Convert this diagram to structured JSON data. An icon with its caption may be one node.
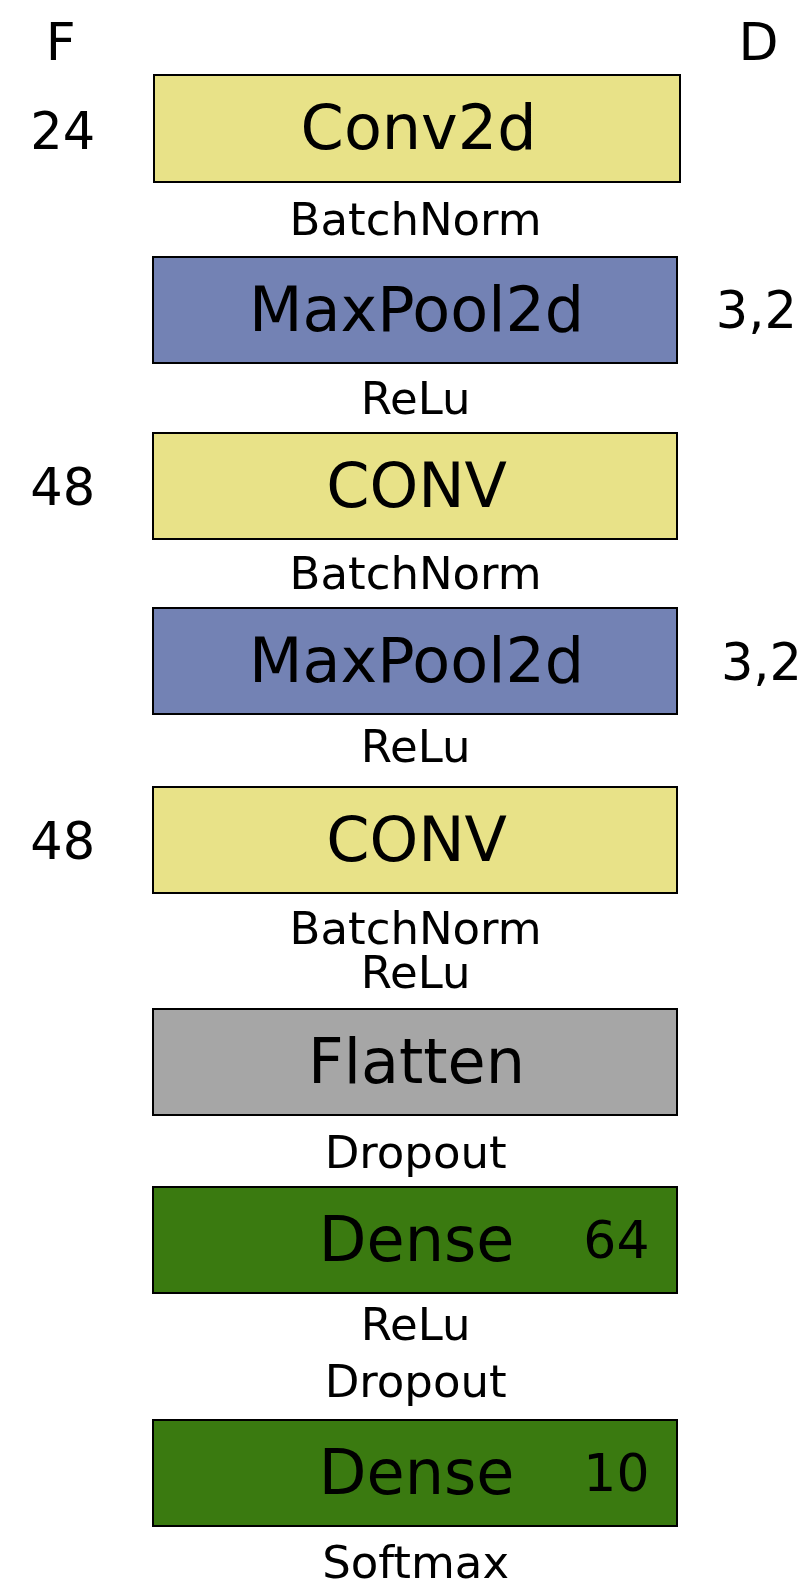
{
  "diagram": {
    "nodes": [
      {
        "text": [
          "Conv2d"
        ],
        "beside": [
          "24"
        ]
      },
      {
        "text": [
          "MaxPool2d"
        ],
        "beside": [
          "3,2"
        ]
      },
      {
        "text": [
          "CONV"
        ],
        "beside": [
          "48"
        ]
      },
      {
        "text": [
          "MaxPool2d"
        ],
        "beside": [
          "3,2"
        ]
      },
      {
        "text": [
          "CONV"
        ],
        "beside": [
          "48"
        ]
      },
      {
        "text": [
          "Flatten"
        ]
      },
      {
        "text": [
          "Dense",
          "64"
        ]
      },
      {
        "text": [
          "Dense",
          "10"
        ]
      }
    ],
    "labels": [
      "F",
      "D",
      "BatchNorm",
      "ReLu",
      "BatchNorm",
      "ReLu",
      "BatchNorm",
      "ReLu",
      "Dropout",
      "ReLu",
      "Dropout",
      "Softmax"
    ]
  }
}
